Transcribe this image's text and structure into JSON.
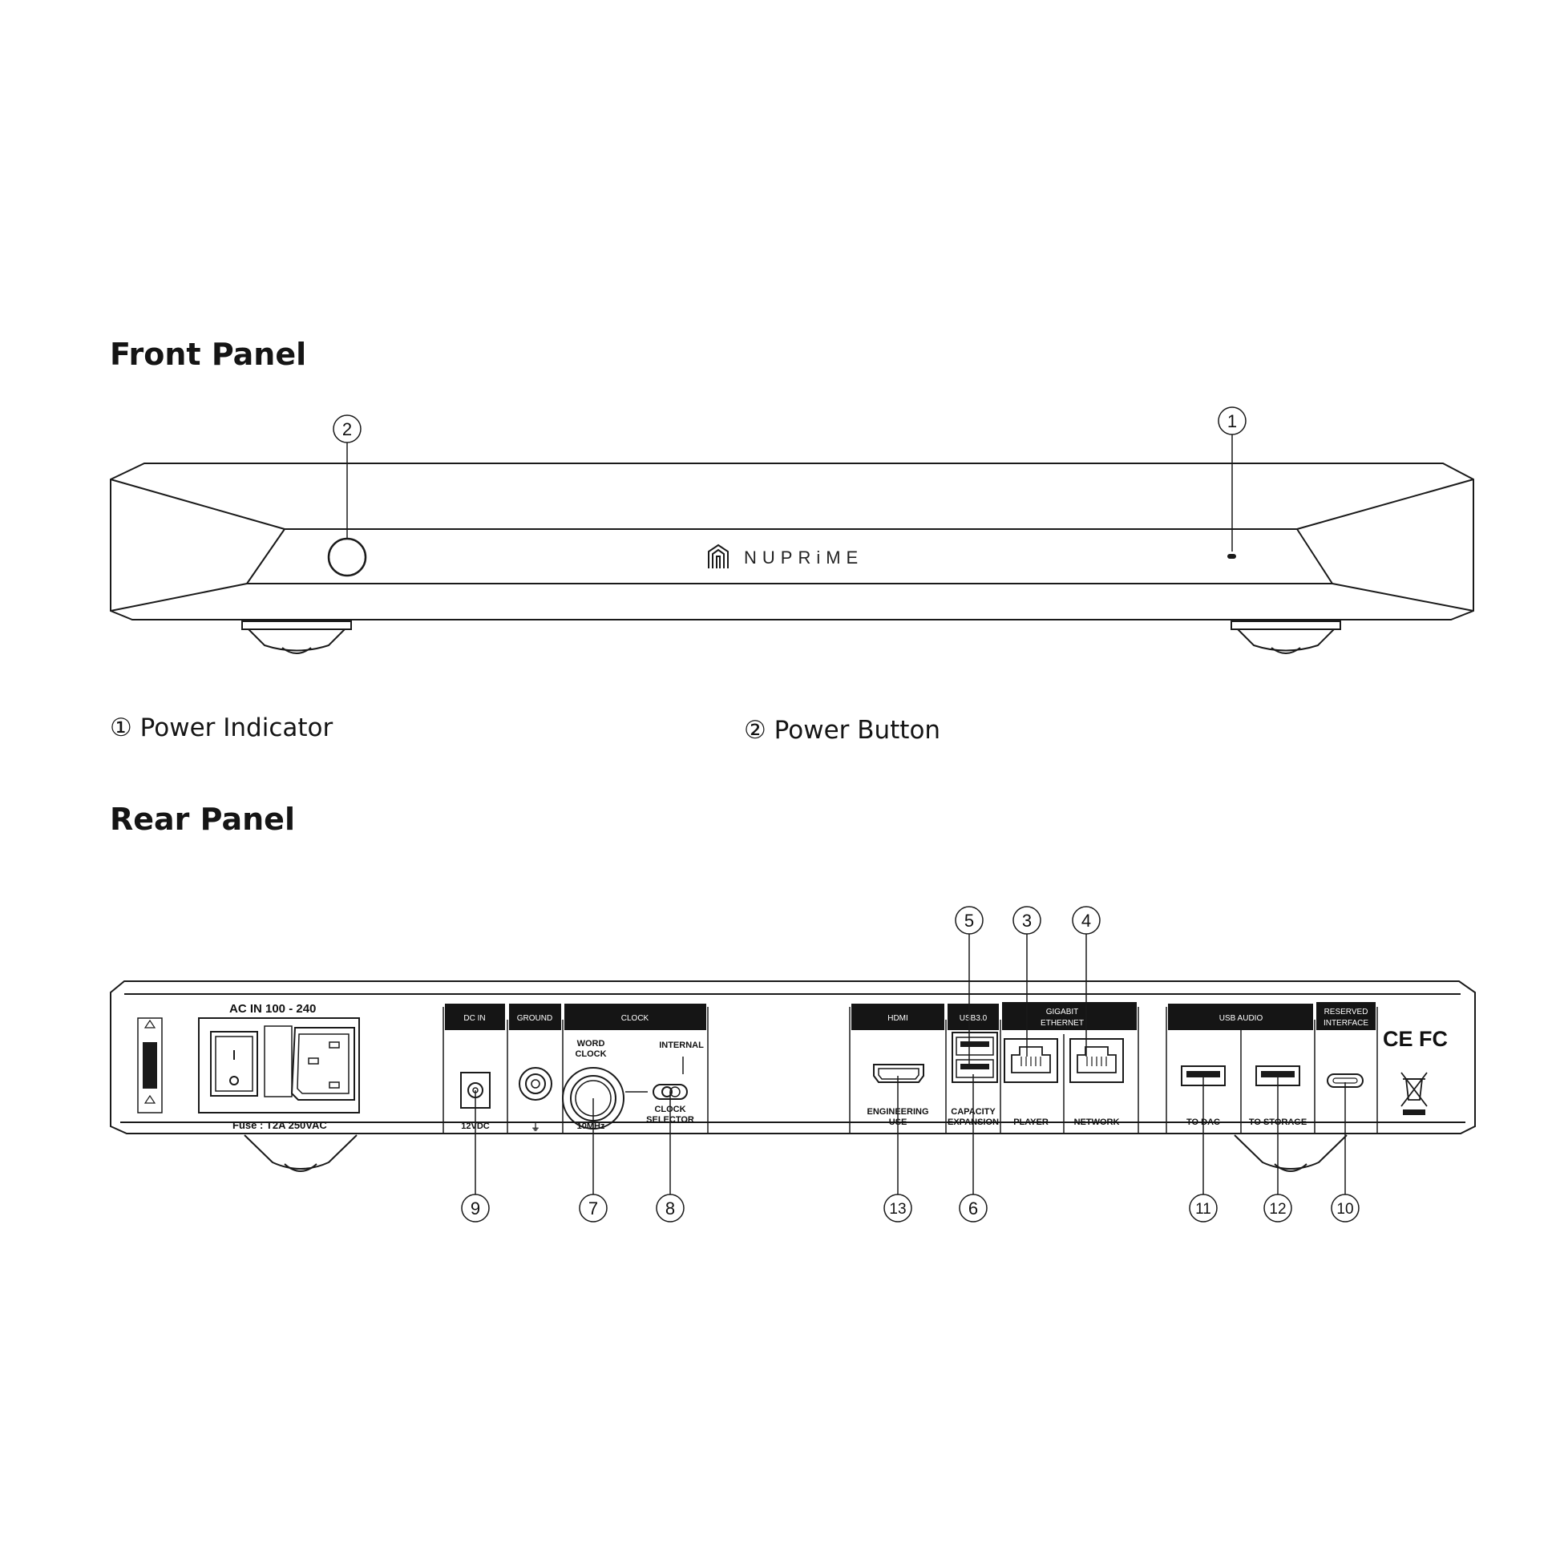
{
  "front_panel": {
    "heading": "Front Panel",
    "brand": "NUPRiME",
    "legend": [
      {
        "num": "①",
        "label": "Power Indicator"
      },
      {
        "num": "②",
        "label": "Power Button"
      }
    ]
  },
  "rear_panel": {
    "heading": "Rear Panel",
    "ac_in": "AC IN  100 - 240",
    "fuse": "Fuse : T2A 250VAC",
    "section_headers": {
      "dc_in": "DC IN",
      "ground": "GROUND",
      "clock": "CLOCK",
      "hdmi": "HDMI",
      "usb30": "USB3.0",
      "gigabit_1": "GIGABIT",
      "gigabit_2": "ETHERNET",
      "usb_audio": "USB AUDIO",
      "reserved_1": "RESERVED",
      "reserved_2": "INTERFACE"
    },
    "port_labels": {
      "dc_12v": "12VDC",
      "ground_symbol": "⏚",
      "word_clock_1": "WORD",
      "word_clock_2": "CLOCK",
      "word_clock_freq": "10MHz",
      "internal": "INTERNAL",
      "clock_selector_1": "CLOCK",
      "clock_selector_2": "SELECTOR",
      "engineering_1": "ENGINEERING",
      "engineering_2": "USE",
      "capacity_1": "CAPACITY",
      "capacity_2": "EXPANSION",
      "player": "PLAYER",
      "network": "NETWORK",
      "to_dac": "TO DAC",
      "to_storage": "TO STORAGE",
      "ce_fc": "CE FC"
    }
  },
  "callouts": {
    "c1": "①",
    "c2": "②",
    "c3": "③",
    "c4": "④",
    "c5": "⑤",
    "c6": "⑥",
    "c7": "⑦",
    "c8": "⑧",
    "c9": "⑨",
    "c10": "⑩",
    "c11": "⑪",
    "c12": "⑫",
    "c13": "⑬"
  },
  "colors": {
    "line": "#1a1a1a",
    "header_fill": "#151515",
    "background": "#ffffff"
  }
}
